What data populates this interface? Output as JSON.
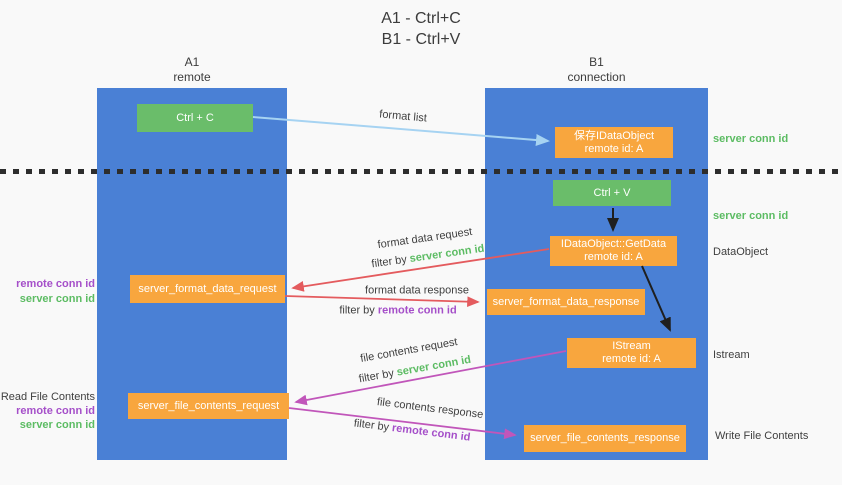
{
  "title": {
    "line1": "A1 - Ctrl+C",
    "line2": "B1 - Ctrl+V"
  },
  "columns": {
    "a1": {
      "name": "A1",
      "subtitle": "remote"
    },
    "b1": {
      "name": "B1",
      "subtitle": "connection"
    }
  },
  "nodes": {
    "ctrl_c": {
      "label": "Ctrl + C"
    },
    "save_idataobject": {
      "line1": "保存IDataObject",
      "line2": "remote id: A"
    },
    "ctrl_v": {
      "label": "Ctrl + V"
    },
    "getdata": {
      "line1": "IDataObject::GetData",
      "line2": "remote id: A"
    },
    "format_request": {
      "label": "server_format_data_request"
    },
    "format_response": {
      "label": "server_format_data_response"
    },
    "istream": {
      "line1": "IStream",
      "line2": "remote id: A"
    },
    "file_request": {
      "label": "server_file_contents_request"
    },
    "file_response": {
      "label": "server_file_contents_response"
    }
  },
  "right_labels": {
    "server_conn_id_top": "server conn id",
    "server_conn_id_mid": "server conn id",
    "dataobject": "DataObject",
    "istream": "Istream",
    "write_file_contents": "Write File Contents"
  },
  "left_labels": {
    "remote_conn_id_top": "remote conn id",
    "server_conn_id_top": "server conn id",
    "read_file_contents": "Read File Contents",
    "remote_conn_id_bottom": "remote conn id",
    "server_conn_id_bottom": "server conn id"
  },
  "flow_labels": {
    "format_list": "format list",
    "format_data_request": "format data request",
    "filter_by_1": "filter by ",
    "filter_value_1": "server conn id",
    "format_data_response": "format data response",
    "filter_by_2": "filter by ",
    "filter_value_2": "remote conn id",
    "file_contents_request": "file contents request",
    "filter_by_3": "filter by ",
    "filter_value_3": "server conn id",
    "file_contents_response": "file contents response",
    "filter_by_4": "filter by ",
    "filter_value_4": "remote conn id"
  },
  "colors": {
    "column_blue": "#4a80d5",
    "box_green": "#6abd6a",
    "box_orange": "#f8a63e",
    "green_label": "#5cbc63",
    "purple_label": "#a54fc9",
    "red_arrow": "#e45b5e",
    "magenta_arrow": "#c156ba",
    "light_blue_arrow": "#a6d3f2",
    "black_arrow": "#1f1f1f",
    "background": "#f9f9f9"
  }
}
